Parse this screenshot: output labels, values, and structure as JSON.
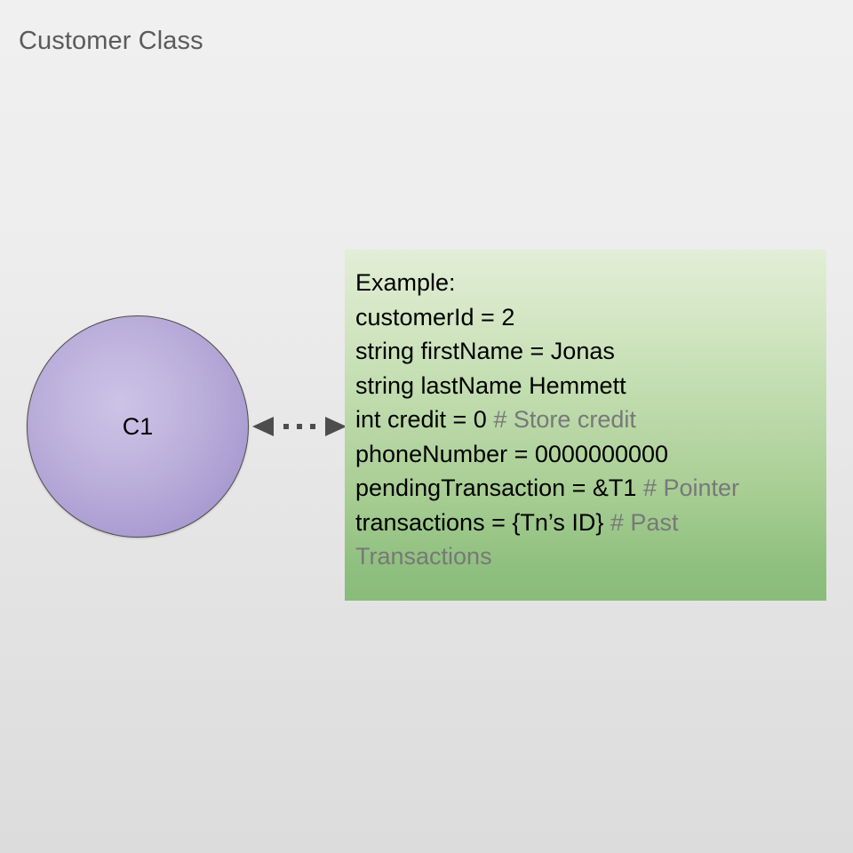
{
  "page": {
    "title": "Customer Class",
    "background_top_color": "#f0f0f0",
    "background_bottom_color": "#dcdcdc",
    "title_color": "#5b5b5b"
  },
  "diagram": {
    "node": {
      "id": "C1",
      "label": "C1",
      "shape": "circle",
      "fill_color": "#b3a6d6",
      "border_color": "#4d4d4d"
    },
    "connector": {
      "style": "dotted",
      "arrowheads": "both",
      "dot_count": 3,
      "color": "#4d4d4d"
    },
    "note": {
      "fill_top_color": "#e2eed6",
      "fill_bottom_color": "#89bb79",
      "comment_color": "#787878",
      "lines": [
        {
          "code": "Example:",
          "comment": ""
        },
        {
          "code": "customerId = 2",
          "comment": ""
        },
        {
          "code": "string firstName = Jonas",
          "comment": ""
        },
        {
          "code": "string lastName Hemmett",
          "comment": ""
        },
        {
          "code": "int credit = 0 ",
          "comment": "# Store credit"
        },
        {
          "code": "phoneNumber = 0000000000",
          "comment": ""
        },
        {
          "code": "pendingTransaction = &T1 ",
          "comment": "# Pointer"
        },
        {
          "code": "transactions = {Tn’s ID} ",
          "comment": "# Past Transactions"
        }
      ]
    }
  }
}
